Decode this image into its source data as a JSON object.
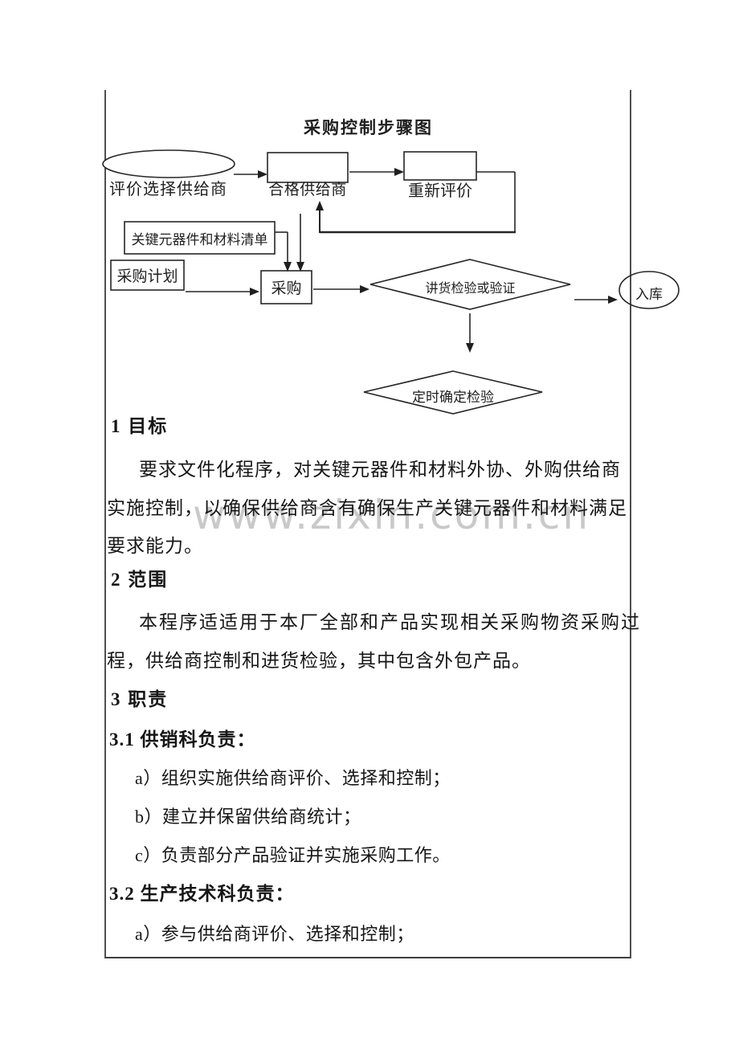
{
  "page": {
    "background": "#ffffff",
    "border_color": "#4f4f4f",
    "ink_color": "#1c1c1c",
    "line_color": "#262626"
  },
  "watermark": {
    "text": "www.zixin.com.cn",
    "color": "#c9c9c9"
  },
  "flowchart": {
    "title": "采购控制步骤图",
    "nodes": {
      "evaluate_select_supplier": "评价选择供给商",
      "qualified_supplier": "合格供给商",
      "re_evaluation": "重新评价",
      "key_components_list": "关键元器件和材料清单",
      "purchase_plan": "采购计划",
      "purchase": "采购",
      "incoming_inspection": "讲货检验或验证",
      "warehouse_in": "入库",
      "timed_confirm_inspection": "定时确定检验"
    }
  },
  "document": {
    "h1": "1 目标",
    "s1_l1": "要求文件化程序，对关键元器件和材料外协、外购供给商",
    "s1_l2": "实施控制，以确保供给商含有确保生产关键元器件和材料满足",
    "s1_l3": "要求能力。",
    "h2": "2 范围",
    "s2_l1": "本程序适适用于本厂全部和产品实现相关采购物资采购过",
    "s2_l2": "程，供给商控制和进货检验，其中包含外包产品。",
    "h3": "3 职责",
    "h31": "3.1 供销科负责：",
    "s31_a": "a）组织实施供给商评价、选择和控制；",
    "s31_b": "b）建立并保留供给商统计；",
    "s31_c": "c）负责部分产品验证并实施采购工作。",
    "h32": "3.2 生产技术科负责：",
    "s32_a": "a）参与供给商评价、选择和控制；"
  }
}
